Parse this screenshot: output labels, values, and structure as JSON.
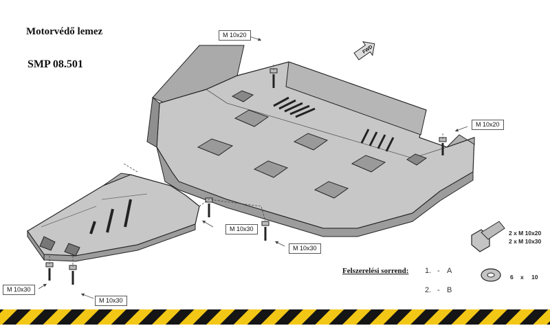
{
  "title": "Motorvédő lemez",
  "part_number": "SMP 08.501",
  "callouts": [
    "M 10x20",
    "M 10x20",
    "M 10x30",
    "M 10x30",
    "M 10x30",
    "M 10x30"
  ],
  "bolt_specs": [
    "2 x  M 10x20",
    "2 x  M 10x30"
  ],
  "washer_spec": [
    "6",
    "x",
    "10"
  ],
  "assembly_order": {
    "label": "Felszerelési sorrend:",
    "steps": [
      {
        "number": "1.",
        "dash": "-",
        "part": "A"
      },
      {
        "number": "2.",
        "dash": "-",
        "part": "B"
      }
    ]
  },
  "fwd_label": "FWD",
  "colors": {
    "plate": "#c4c4c4",
    "plate_dark": "#9a9a9a",
    "stripe_yellow": "#f3c716",
    "stripe_black": "#151515"
  }
}
